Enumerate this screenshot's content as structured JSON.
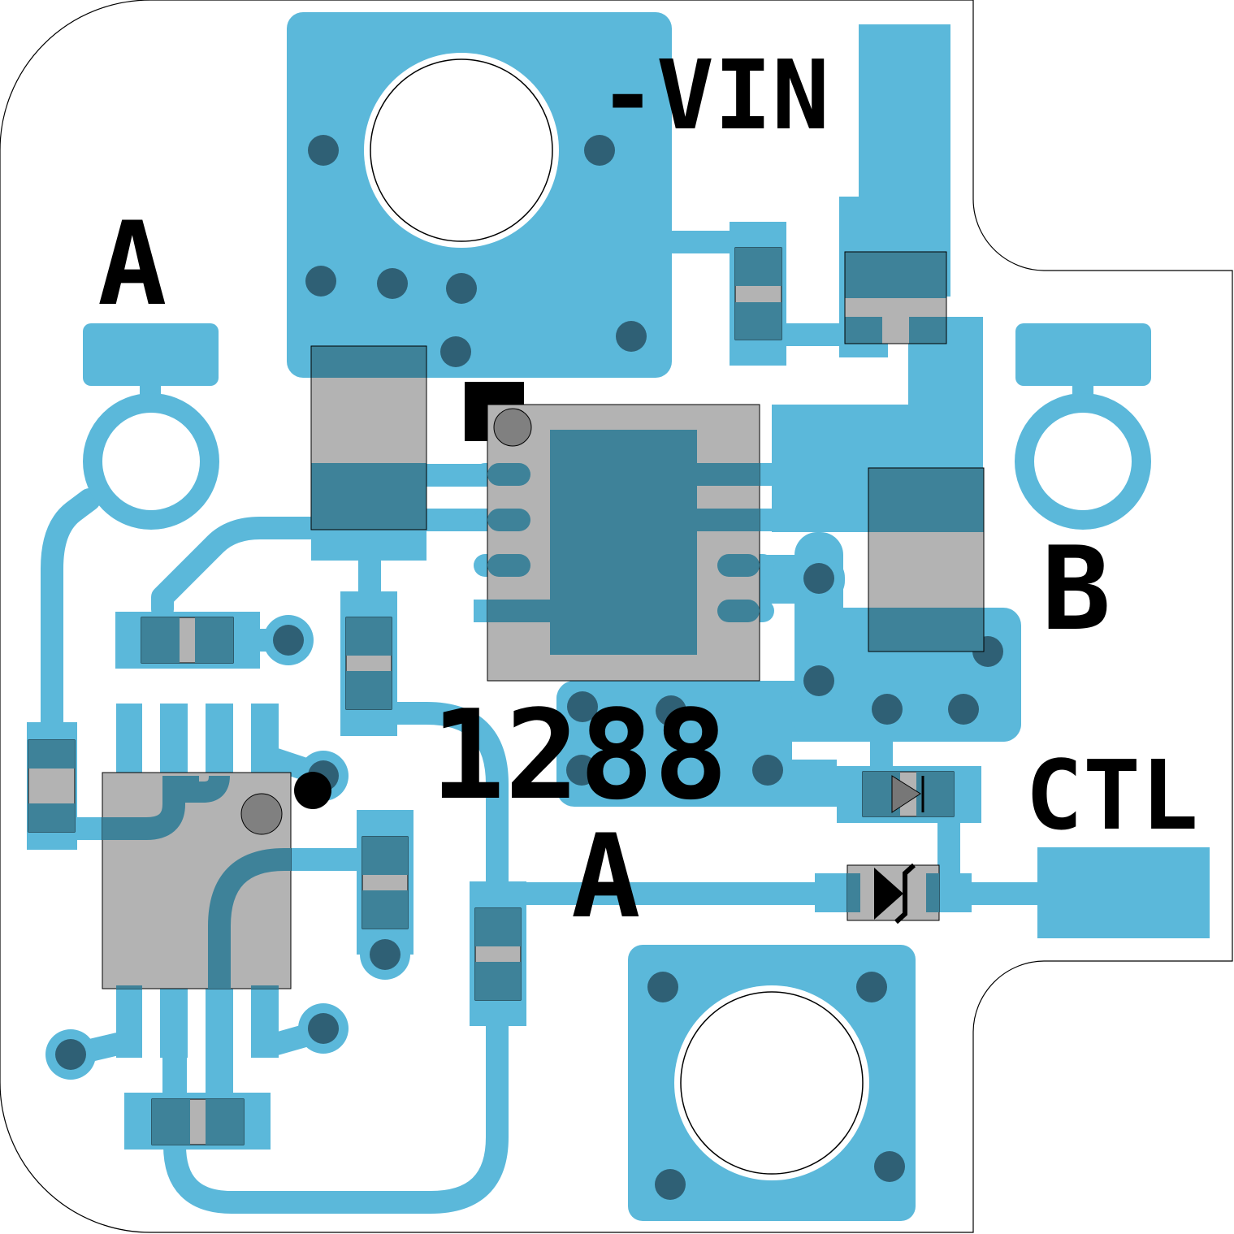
{
  "labels": {
    "vin": "-VIN",
    "a_top": "A",
    "a_mid": "A",
    "b": "B",
    "ctl": "CTL",
    "part": "1288"
  },
  "colors": {
    "copper": "#5BB8DA",
    "via": "#2F6075",
    "pad": "#3E8299",
    "body": "#B3B3B3"
  }
}
